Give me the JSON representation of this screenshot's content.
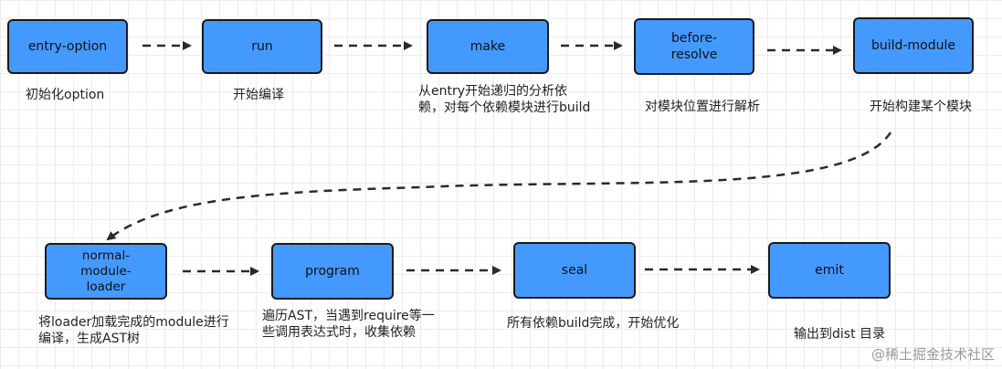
{
  "nodes": [
    {
      "id": "entry-option",
      "label": "entry-option",
      "caption": "初始化option"
    },
    {
      "id": "run",
      "label": "run",
      "caption": "开始编译"
    },
    {
      "id": "make",
      "label": "make",
      "caption": "从entry开始递归的分析依赖，对每个依赖模块进行build"
    },
    {
      "id": "before-resolve",
      "label": "before-resolve",
      "caption": "对模块位置进行解析"
    },
    {
      "id": "build-module",
      "label": "build-module",
      "caption": "开始构建某个模块"
    },
    {
      "id": "normal-module-loader",
      "label": "normal-module-loader",
      "caption": "将loader加载完成的module进行编译，生成AST树"
    },
    {
      "id": "program",
      "label": "program",
      "caption": "遍历AST，当遇到require等一些调用表达式时，收集依赖"
    },
    {
      "id": "seal",
      "label": "seal",
      "caption": "所有依赖build完成，开始优化"
    },
    {
      "id": "emit",
      "label": "emit",
      "caption": "输出到dist 目录"
    }
  ],
  "watermark": "@稀土掘金技术社区",
  "colors": {
    "node_fill": "#4499ff",
    "node_border": "#1a1a1a",
    "arrow": "#2a2a2a"
  }
}
